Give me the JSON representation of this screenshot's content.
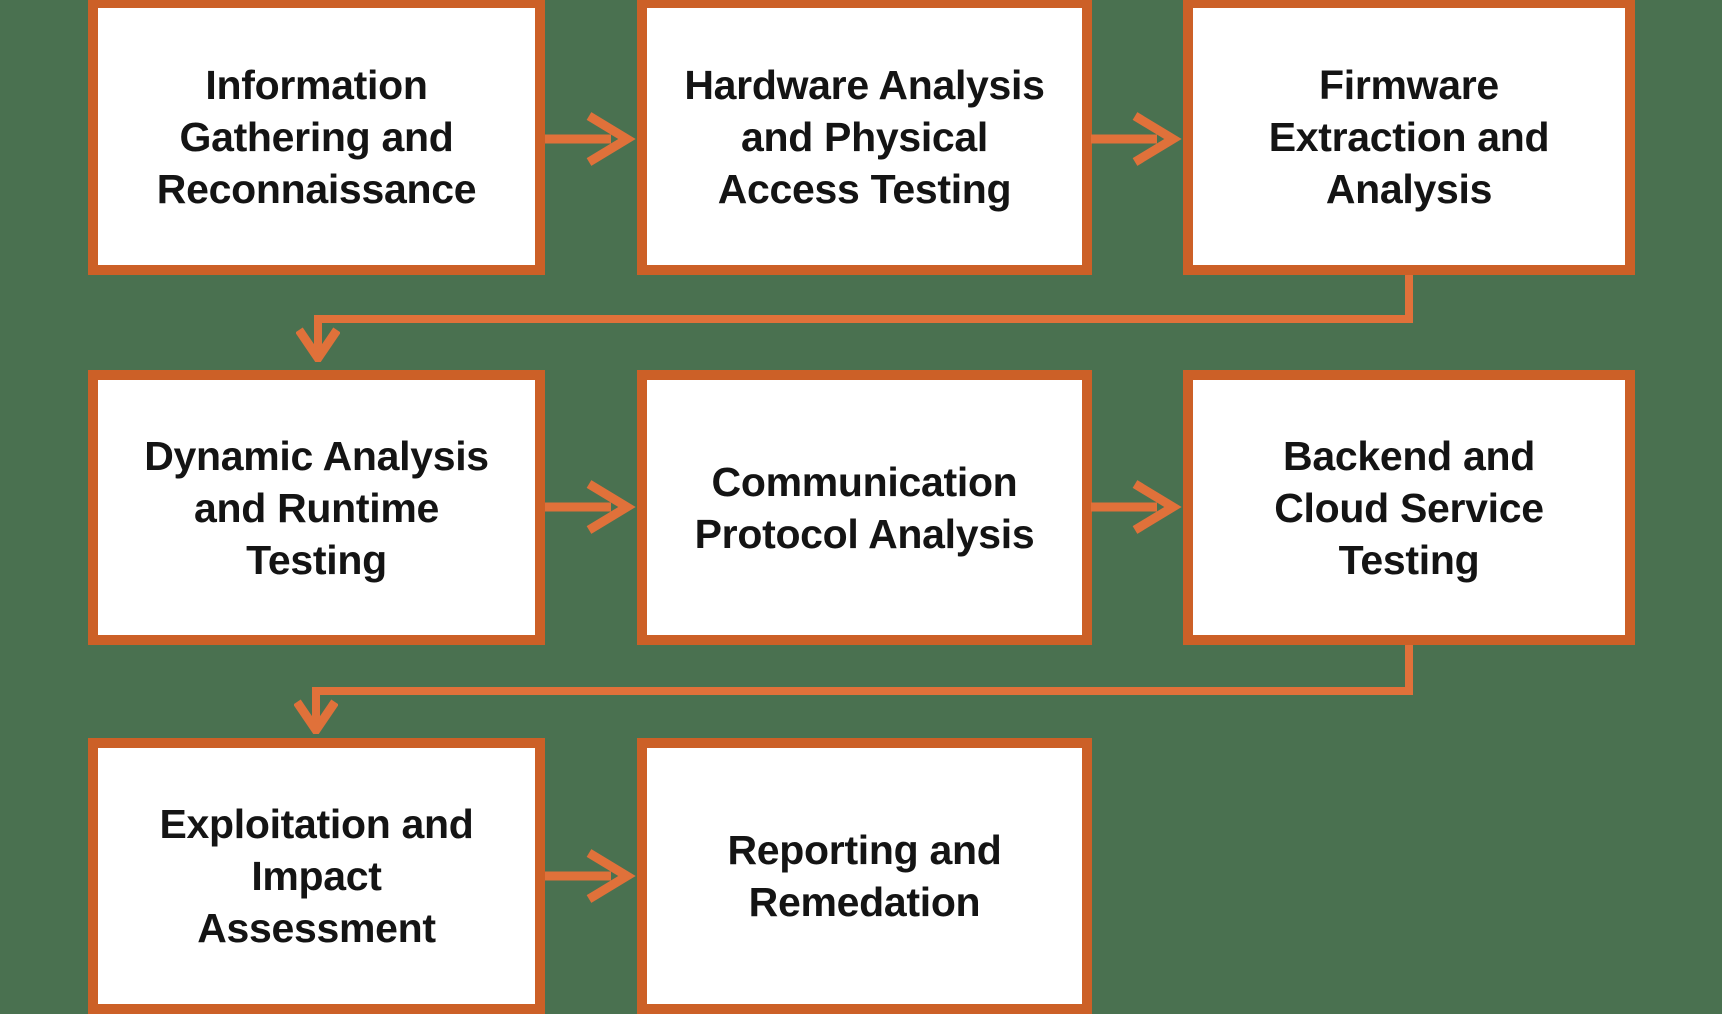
{
  "diagram": {
    "type": "flowchart",
    "colors": {
      "bg": "#4a7150",
      "box_fill": "#ffffff",
      "box_border": "#cc6027",
      "arrow": "#e0713a",
      "text": "#141414"
    },
    "boxes": [
      {
        "id": "information-gathering",
        "label": "Information\nGathering and\nReconnaissance"
      },
      {
        "id": "hardware-analysis",
        "label": "Hardware Analysis\nand Physical\nAccess Testing"
      },
      {
        "id": "firmware-extraction",
        "label": "Firmware\nExtraction and\nAnalysis"
      },
      {
        "id": "dynamic-analysis",
        "label": "Dynamic Analysis\nand Runtime\nTesting"
      },
      {
        "id": "communication-protocol",
        "label": "Communication\nProtocol Analysis"
      },
      {
        "id": "backend-cloud",
        "label": "Backend and\nCloud Service\nTesting"
      },
      {
        "id": "exploitation-impact",
        "label": "Exploitation and\nImpact\nAssessment"
      },
      {
        "id": "reporting-remedation",
        "label": "Reporting and\nRemedation"
      }
    ],
    "connections": [
      [
        "information-gathering",
        "hardware-analysis"
      ],
      [
        "hardware-analysis",
        "firmware-extraction"
      ],
      [
        "firmware-extraction",
        "dynamic-analysis"
      ],
      [
        "dynamic-analysis",
        "communication-protocol"
      ],
      [
        "communication-protocol",
        "backend-cloud"
      ],
      [
        "backend-cloud",
        "exploitation-impact"
      ],
      [
        "exploitation-impact",
        "reporting-remedation"
      ]
    ]
  }
}
